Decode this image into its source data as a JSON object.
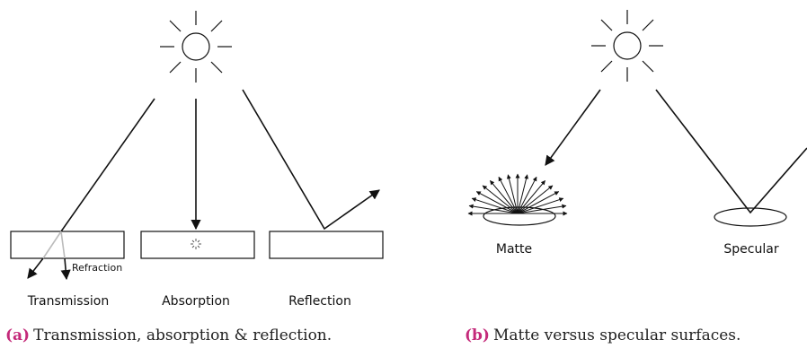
{
  "panel_a": {
    "labels": {
      "transmission": "Transmission",
      "absorption": "Absorption",
      "reflection": "Reflection",
      "refraction": "Refraction"
    },
    "caption_tag": "(a)",
    "caption_text": "Transmission, absorption & reflection."
  },
  "panel_b": {
    "labels": {
      "matte": "Matte",
      "specular": "Specular"
    },
    "caption_tag": "(b)",
    "caption_text": "Matte versus specular surfaces."
  },
  "colors": {
    "ink": "#111111",
    "caption_tag": "#c42a7a",
    "refracted_ray": "#bbbbbb"
  },
  "icons": [
    "sun-icon",
    "absorption-sparkle-icon",
    "arrowhead-icon"
  ]
}
